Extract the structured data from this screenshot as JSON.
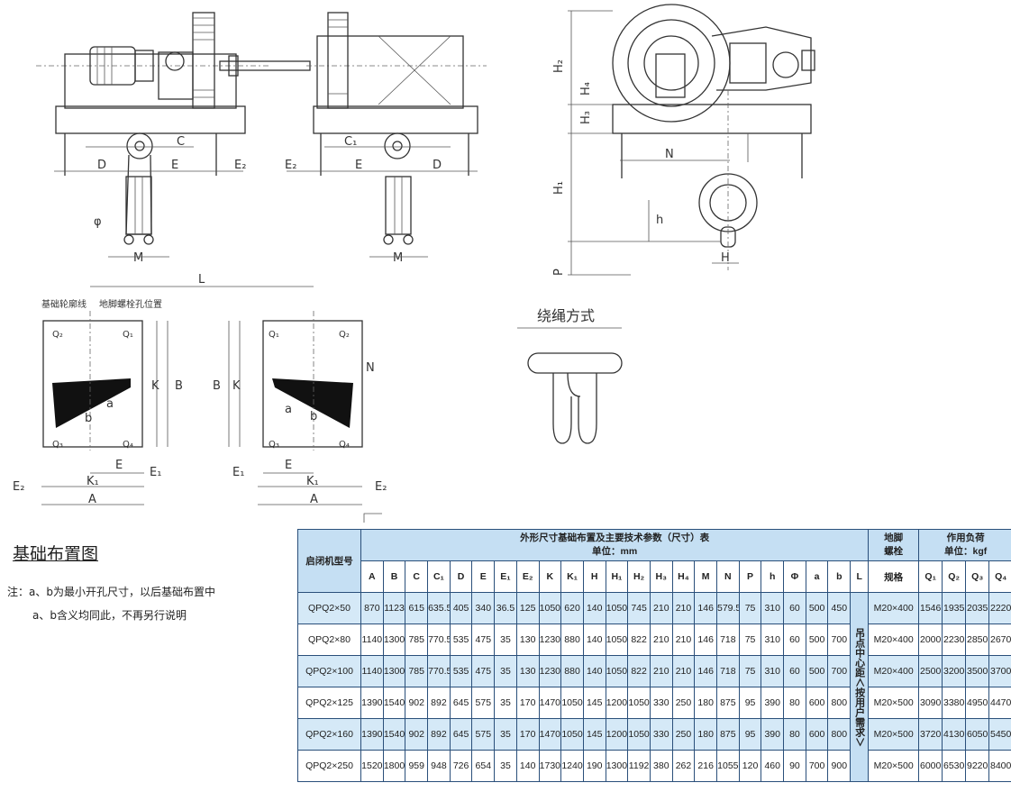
{
  "drawing_labels": {
    "C": "C",
    "C1": "C₁",
    "D": "D",
    "E": "E",
    "E1": "E₁",
    "E2": "E₂",
    "M": "M",
    "phi": "φ",
    "H": "H",
    "H1": "H₁",
    "H2": "H₂",
    "H3": "H₃",
    "H4": "H₄",
    "N": "N",
    "h": "h",
    "P": "P",
    "L": "L",
    "K": "K",
    "K1": "K₁",
    "B": "B",
    "A": "A",
    "a": "a",
    "b": "b",
    "Q1": "Q₁",
    "Q2": "Q₂",
    "Q3": "Q₃",
    "Q4": "Q₄"
  },
  "callouts": {
    "foundation_outline": "基础轮廓线",
    "bolt_hole_position": "地脚螺栓孔位置",
    "rope_method": "绕绳方式"
  },
  "layout_title": "基础布置图",
  "note_line1": "注：a、b为最小开孔尺寸，以后基础布置中",
  "note_line2": "a、b含义均同此，不再另行说明",
  "table": {
    "model_header": "启闭机型号",
    "group_title": "外形尺寸基础布置及主要技术参数（尺寸）表",
    "group_unit": "单位：mm",
    "bolt_header_1": "地脚",
    "bolt_header_2": "螺栓",
    "load_header_1": "作用负荷",
    "load_header_2": "单位：kgf",
    "columns": [
      "A",
      "B",
      "C",
      "C₁",
      "D",
      "E",
      "E₁",
      "E₂",
      "K",
      "K₁",
      "H",
      "H₁",
      "H₂",
      "H₃",
      "H₄",
      "M",
      "N",
      "P",
      "h",
      "Φ",
      "a",
      "b",
      "L",
      "规格",
      "Q₁",
      "Q₂",
      "Q₃",
      "Q₄"
    ],
    "l_note": "吊点中心距∧按用户需求∨",
    "rows": [
      {
        "model": "QPQ2×50",
        "vals": [
          "870",
          "1123",
          "615",
          "635.5",
          "405",
          "340",
          "36.5",
          "125",
          "1050",
          "620",
          "140",
          "1050",
          "745",
          "210",
          "210",
          "146",
          "579.5",
          "75",
          "310",
          "60",
          "500",
          "450"
        ],
        "spec": "M20×400",
        "loads": [
          "1546",
          "1935",
          "2035",
          "2220"
        ]
      },
      {
        "model": "QPQ2×80",
        "vals": [
          "1140",
          "1300",
          "785",
          "770.5",
          "535",
          "475",
          "35",
          "130",
          "1230",
          "880",
          "140",
          "1050",
          "822",
          "210",
          "210",
          "146",
          "718",
          "75",
          "310",
          "60",
          "500",
          "700"
        ],
        "spec": "M20×400",
        "loads": [
          "2000",
          "2230",
          "2850",
          "2670"
        ]
      },
      {
        "model": "QPQ2×100",
        "vals": [
          "1140",
          "1300",
          "785",
          "770.5",
          "535",
          "475",
          "35",
          "130",
          "1230",
          "880",
          "140",
          "1050",
          "822",
          "210",
          "210",
          "146",
          "718",
          "75",
          "310",
          "60",
          "500",
          "700"
        ],
        "spec": "M20×400",
        "loads": [
          "2500",
          "3200",
          "3500",
          "3700"
        ]
      },
      {
        "model": "QPQ2×125",
        "vals": [
          "1390",
          "1540",
          "902",
          "892",
          "645",
          "575",
          "35",
          "170",
          "1470",
          "1050",
          "145",
          "1200",
          "1050",
          "330",
          "250",
          "180",
          "875",
          "95",
          "390",
          "80",
          "600",
          "800"
        ],
        "spec": "M20×500",
        "loads": [
          "3090",
          "3380",
          "4950",
          "4470"
        ]
      },
      {
        "model": "QPQ2×160",
        "vals": [
          "1390",
          "1540",
          "902",
          "892",
          "645",
          "575",
          "35",
          "170",
          "1470",
          "1050",
          "145",
          "1200",
          "1050",
          "330",
          "250",
          "180",
          "875",
          "95",
          "390",
          "80",
          "600",
          "800"
        ],
        "spec": "M20×500",
        "loads": [
          "3720",
          "4130",
          "6050",
          "5450"
        ]
      },
      {
        "model": "QPQ2×250",
        "vals": [
          "1520",
          "1800",
          "959",
          "948",
          "726",
          "654",
          "35",
          "140",
          "1730",
          "1240",
          "190",
          "1300",
          "1192",
          "380",
          "262",
          "216",
          "1055",
          "120",
          "460",
          "90",
          "700",
          "900"
        ],
        "spec": "M20×500",
        "loads": [
          "6000",
          "6530",
          "9220",
          "8400"
        ]
      }
    ]
  }
}
